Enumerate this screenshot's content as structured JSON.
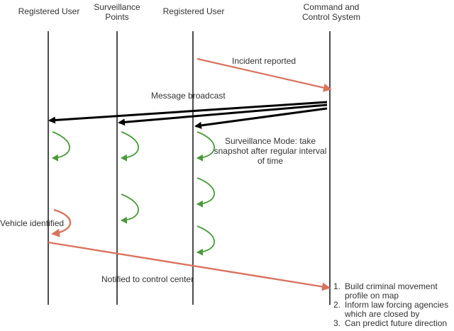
{
  "participants": [
    {
      "id": "registered-user-1",
      "label": "Registered User"
    },
    {
      "id": "surveillance-points",
      "label": "Surveillance\nPoints"
    },
    {
      "id": "registered-user-2",
      "label": "Registered User"
    },
    {
      "id": "command-control",
      "label": "Command and\nControl System"
    }
  ],
  "messages": {
    "incident_reported": "Incident reported",
    "message_broadcast": "Message broadcast",
    "surveillance_mode": "Surveillance Mode: take snapshot after regular interval of time",
    "vehicle_identified": "Vehicle identified",
    "notified": "Notified to control center"
  },
  "notes": [
    {
      "num": "1.",
      "text": "Build criminal movement profile on map"
    },
    {
      "num": "2.",
      "text": "Inform law forcing agencies which are closed by"
    },
    {
      "num": "3.",
      "text": "Can predict future direction"
    }
  ],
  "colors": {
    "lifeline": "#000000",
    "broadcast": "#000000",
    "incident": "#d9735f",
    "self_loop": "#4a9a3a",
    "text": "#333333"
  }
}
